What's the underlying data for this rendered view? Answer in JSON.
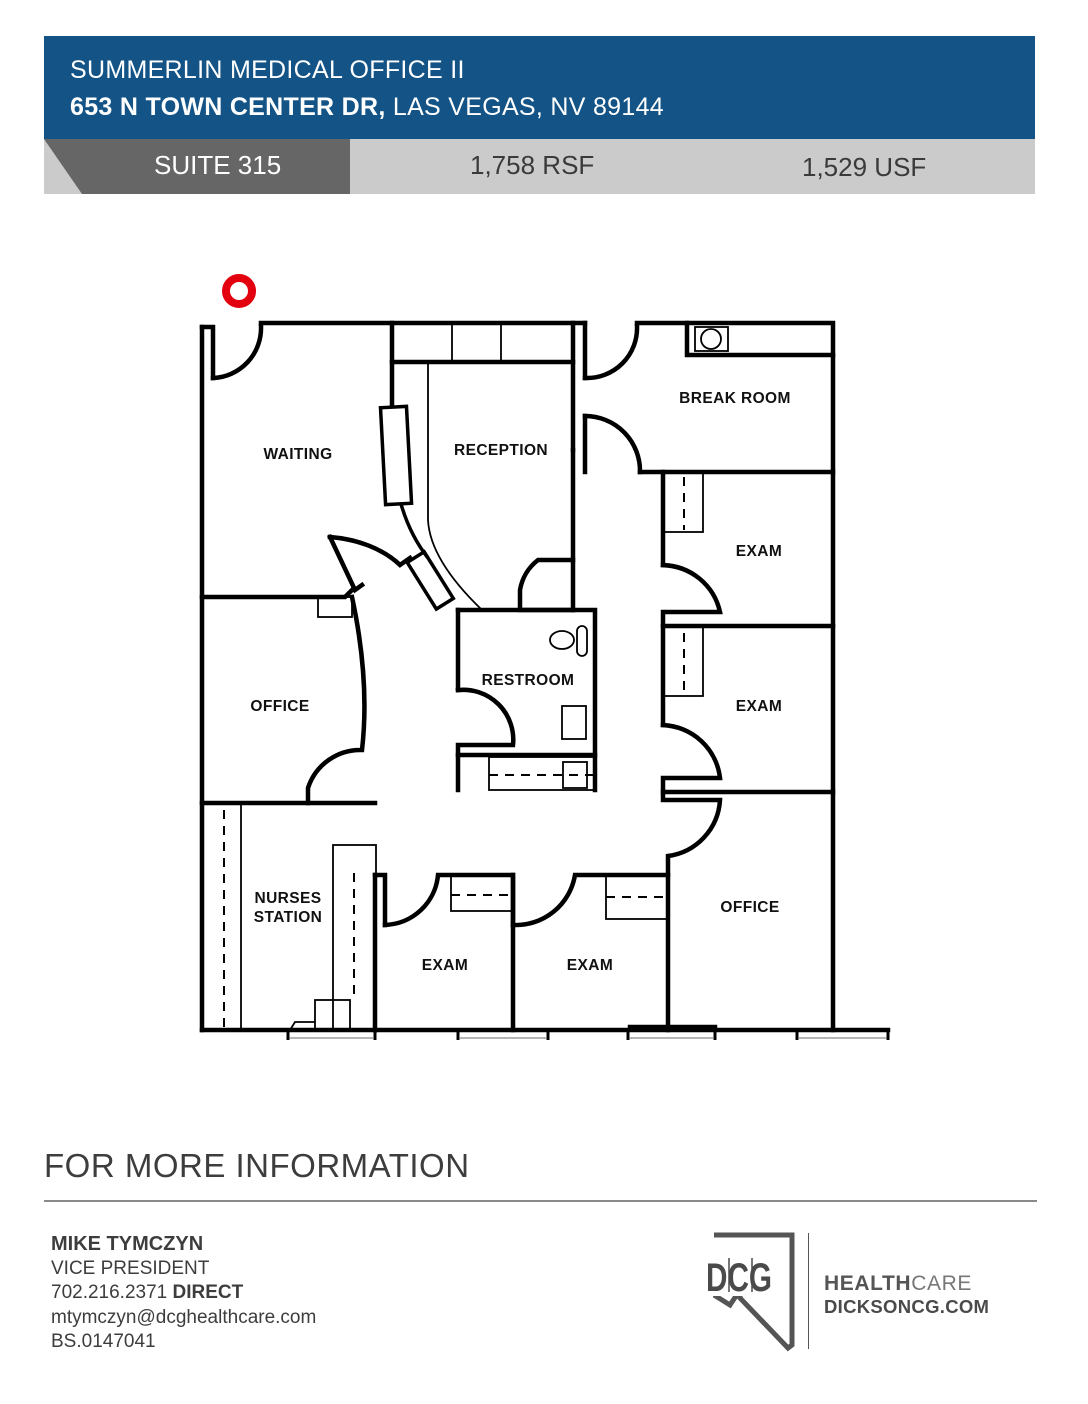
{
  "header": {
    "building_name": "SUMMERLIN MEDICAL OFFICE II",
    "street": "653 N TOWN CENTER DR,",
    "city_state_zip": "LAS VEGAS, NV 89144",
    "colors": {
      "band": "#135386",
      "suite_tab": "#666666",
      "stat_band": "#cbcbcb"
    }
  },
  "stats": {
    "suite": "SUITE 315",
    "rsf": "1,758 RSF",
    "usf": "1,529 USF"
  },
  "floorplan": {
    "entrance_marker_color": "#e3000f",
    "rooms": [
      {
        "id": "waiting",
        "label": "WAITING"
      },
      {
        "id": "reception",
        "label": "RECEPTION"
      },
      {
        "id": "break-room",
        "label": "BREAK ROOM"
      },
      {
        "id": "exam-1",
        "label": "EXAM"
      },
      {
        "id": "exam-2",
        "label": "EXAM"
      },
      {
        "id": "office-1",
        "label": "OFFICE"
      },
      {
        "id": "restroom",
        "label": "RESTROOM"
      },
      {
        "id": "nurses-station-1",
        "label": "NURSES"
      },
      {
        "id": "nurses-station-2",
        "label": "STATION"
      },
      {
        "id": "exam-3",
        "label": "EXAM"
      },
      {
        "id": "exam-4",
        "label": "EXAM"
      },
      {
        "id": "office-2",
        "label": "OFFICE"
      }
    ]
  },
  "info": {
    "heading": "FOR MORE INFORMATION",
    "contact": {
      "name": "MIKE TYMCZYN",
      "title": "VICE PRESIDENT",
      "phone": "702.216.2371",
      "phone_label": "DIRECT",
      "email": "mtymczyn@dcghealthcare.com",
      "license": "BS.0147041"
    }
  },
  "logo": {
    "mark": "DCG",
    "brand_bold": "HEALTH",
    "brand_light": "CARE",
    "url": "DICKSONCG.COM"
  }
}
